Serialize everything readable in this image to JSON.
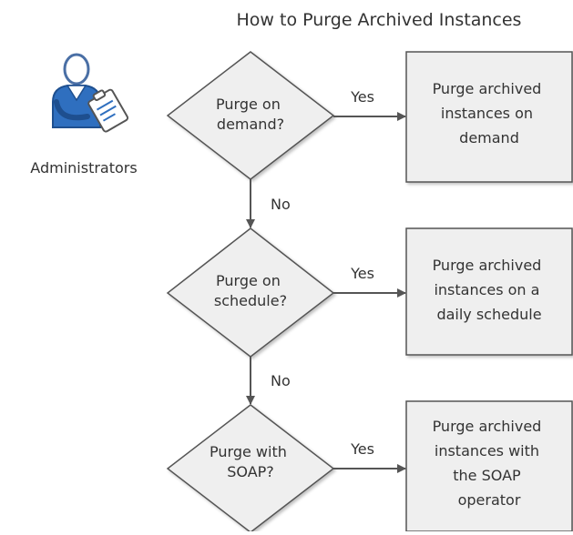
{
  "title": "How to Purge Archived Instances",
  "actor": {
    "label": "Administrators",
    "icon": "administrator-with-clipboard-icon"
  },
  "decisions": [
    {
      "lines": [
        "Purge on",
        "demand?"
      ]
    },
    {
      "lines": [
        "Purge on",
        "schedule?"
      ]
    },
    {
      "lines": [
        "Purge with",
        "SOAP?"
      ]
    }
  ],
  "actions": [
    {
      "lines": [
        "Purge archived",
        "instances on",
        "demand"
      ]
    },
    {
      "lines": [
        "Purge archived",
        "instances on a",
        "daily schedule"
      ]
    },
    {
      "lines": [
        "Purge archived",
        "instances with",
        "the SOAP",
        "operator"
      ]
    }
  ],
  "yes_label": "Yes",
  "no_label": "No",
  "colors": {
    "shape_fill": "#efefef",
    "shape_stroke": "#555555",
    "arrow": "#555555",
    "icon_blue": "#2f6fbf"
  }
}
